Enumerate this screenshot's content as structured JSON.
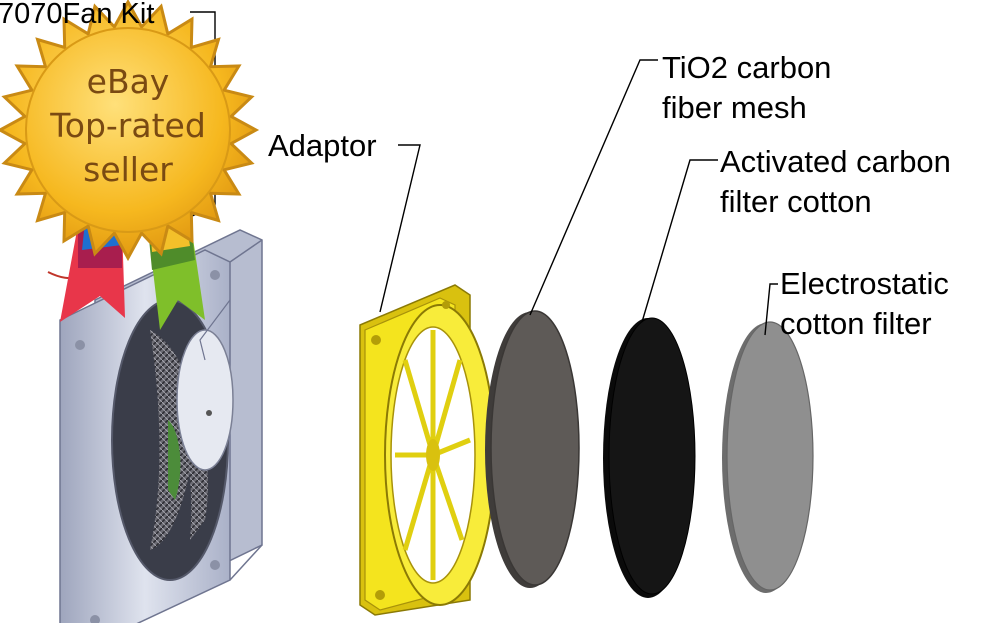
{
  "labels": {
    "kit": "7070Fan Kit",
    "adaptor": "Adaptor",
    "tio2_line1": "TiO2 carbon",
    "tio2_line2": "fiber mesh",
    "activated_line1": "Activated carbon",
    "activated_line2": "filter cotton",
    "electro_line1": "Electrostatic",
    "electro_line2": "cotton filter"
  },
  "badge": {
    "line1": "eBay",
    "line2": "Top-rated",
    "line3": "seller"
  },
  "colors": {
    "fan_frame": "#c9cedd",
    "adaptor": "#f2e21a",
    "tio2_mesh": "#5e5a57",
    "activated_carbon": "#111111",
    "electrostatic": "#8f8f8f",
    "badge_gold": "#f2b51f",
    "ribbon_red": "#e8364a",
    "ribbon_green": "#7fbf2a",
    "ribbon_blue": "#1f6fd1"
  },
  "icons": [
    "fan-icon",
    "adaptor-icon",
    "filter-disc-icon",
    "rosette-badge-icon"
  ]
}
